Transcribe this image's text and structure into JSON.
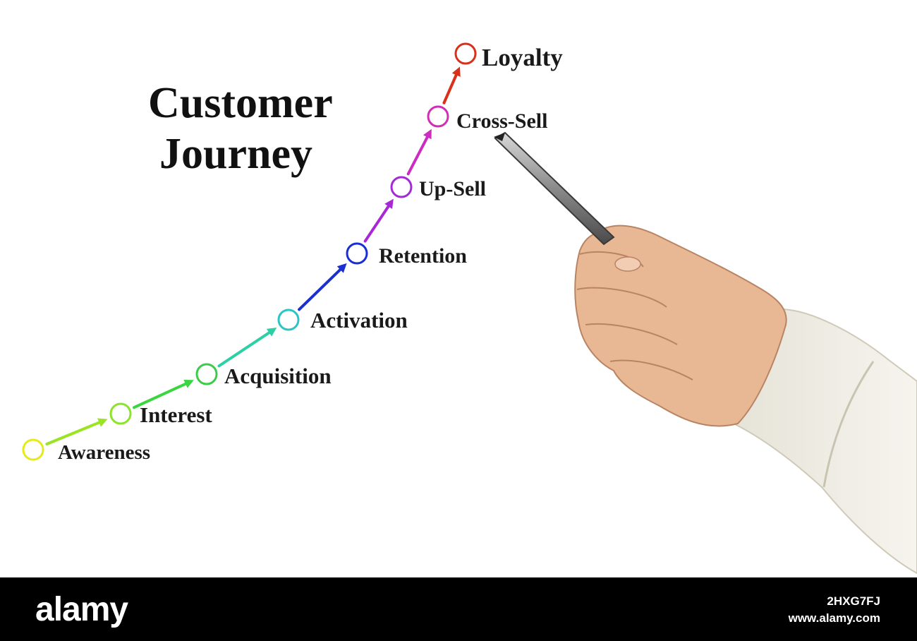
{
  "title": {
    "line1": "Customer",
    "line2": "Journey"
  },
  "stages": [
    {
      "label": "Awareness",
      "color": "#e6ea1a"
    },
    {
      "label": "Interest",
      "color": "#8be42a"
    },
    {
      "label": "Acquisition",
      "color": "#3ccc4a"
    },
    {
      "label": "Activation",
      "color": "#2cc4c4"
    },
    {
      "label": "Retention",
      "color": "#1a2ed6"
    },
    {
      "label": "Up-Sell",
      "color": "#a32ad6"
    },
    {
      "label": "Cross-Sell",
      "color": "#cf2fb4"
    },
    {
      "label": "Loyalty",
      "color": "#d9301a"
    }
  ],
  "connector_colors": [
    "#9be425",
    "#39d640",
    "#2dd0a6",
    "#1a30d0",
    "#a828d6",
    "#cc2cc0",
    "#d9301a"
  ],
  "footer": {
    "logo": "alamy",
    "image_id": "2HXG7FJ",
    "url": "www.alamy.com"
  }
}
